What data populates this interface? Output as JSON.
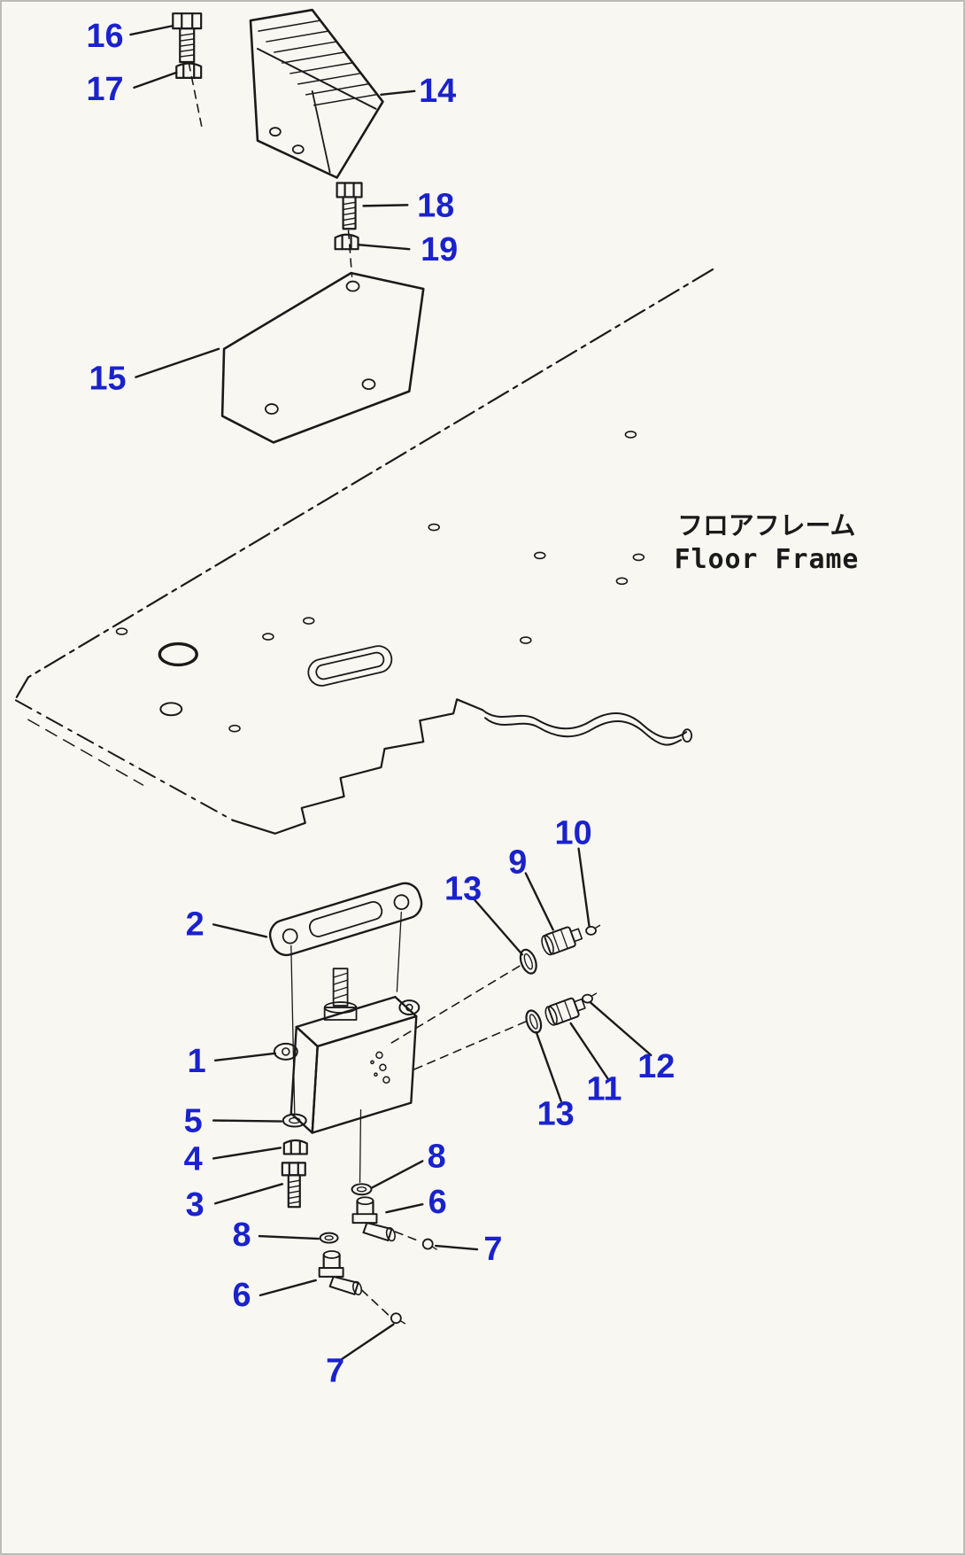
{
  "colors": {
    "callout": "#1a22cc",
    "line": "#1a1a1a",
    "background": "#f8f7f2"
  },
  "frame_label": {
    "jp": "フロアフレーム",
    "en": "Floor Frame"
  },
  "callouts": [
    {
      "label": "16"
    },
    {
      "label": "17"
    },
    {
      "label": "14"
    },
    {
      "label": "18"
    },
    {
      "label": "19"
    },
    {
      "label": "15"
    },
    {
      "label": "2"
    },
    {
      "label": "1"
    },
    {
      "label": "5"
    },
    {
      "label": "4"
    },
    {
      "label": "3"
    },
    {
      "label": "8"
    },
    {
      "label": "6"
    },
    {
      "label": "7"
    },
    {
      "label": "8"
    },
    {
      "label": "6"
    },
    {
      "label": "7"
    },
    {
      "label": "13"
    },
    {
      "label": "9"
    },
    {
      "label": "10"
    },
    {
      "label": "13"
    },
    {
      "label": "11"
    },
    {
      "label": "12"
    }
  ]
}
